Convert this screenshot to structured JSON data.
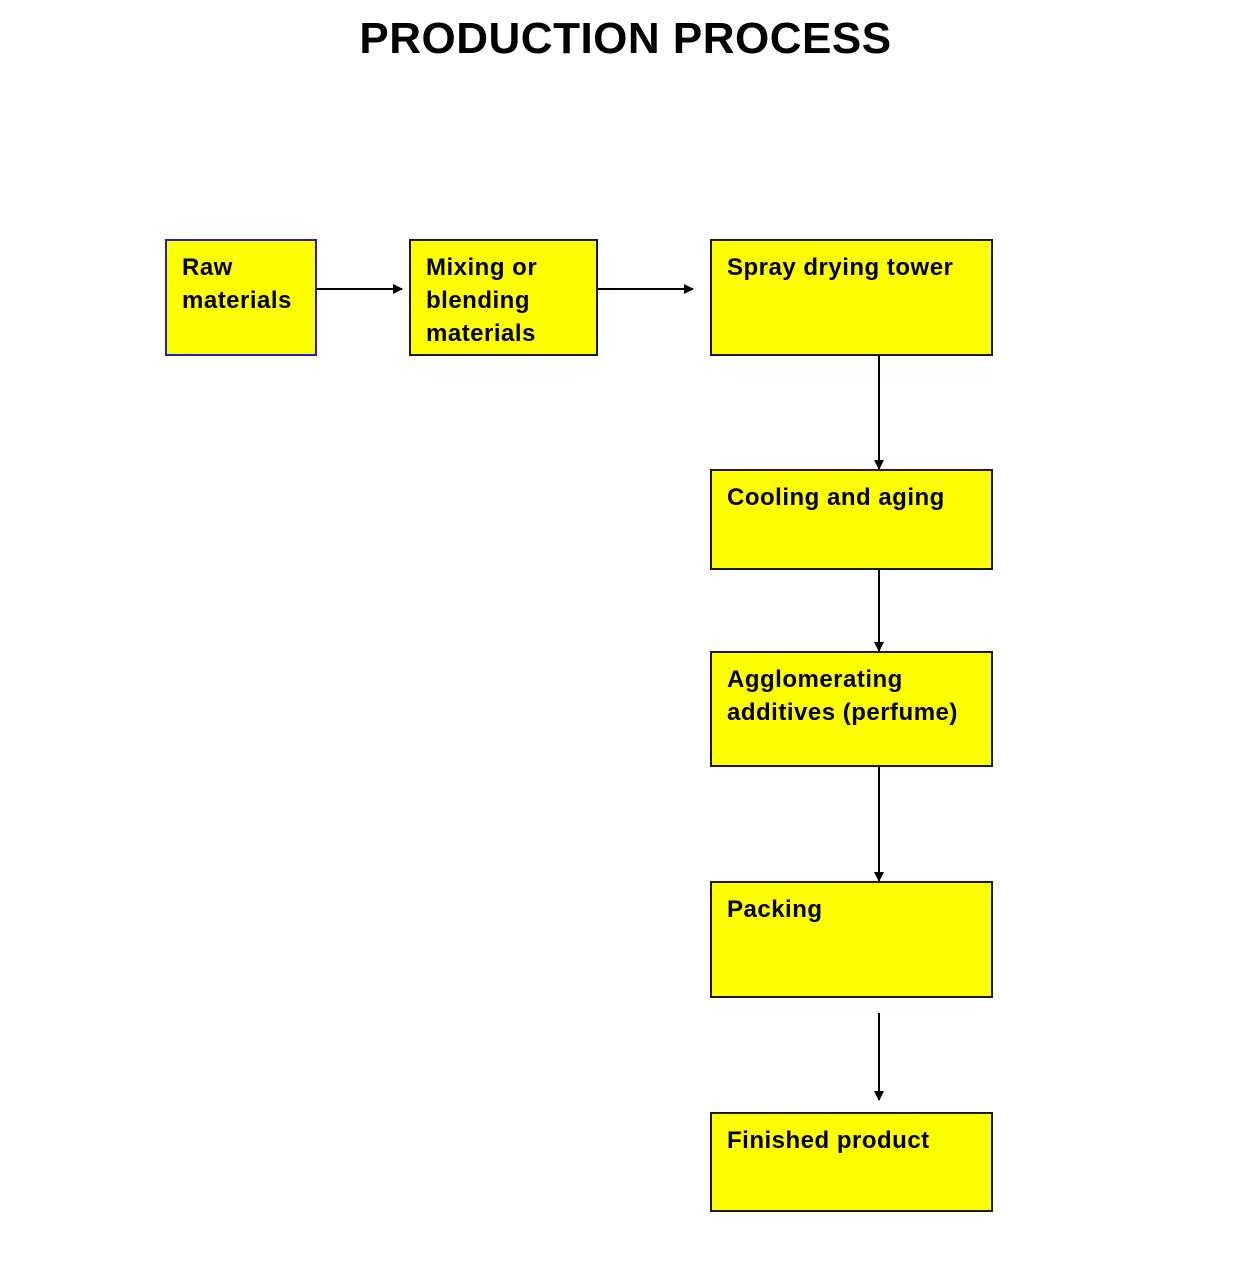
{
  "title": "PRODUCTION PROCESS",
  "colors": {
    "box_fill": "#ffff00",
    "box_border": "#1a1a1a",
    "first_box_border": "#1f1fcf",
    "arrow": "#000000"
  },
  "steps": [
    {
      "id": "raw-materials",
      "lines": [
        "Raw",
        "materials"
      ]
    },
    {
      "id": "mixing",
      "lines": [
        "Mixing or",
        "blending",
        "materials"
      ]
    },
    {
      "id": "spray-drying",
      "lines": [
        "Spray drying tower"
      ]
    },
    {
      "id": "cooling",
      "lines": [
        "Cooling and aging"
      ]
    },
    {
      "id": "agglomerating",
      "lines": [
        "Agglomerating",
        "additives (perfume)"
      ]
    },
    {
      "id": "packing",
      "lines": [
        "Packing"
      ]
    },
    {
      "id": "finished",
      "lines": [
        "Finished product"
      ]
    }
  ]
}
